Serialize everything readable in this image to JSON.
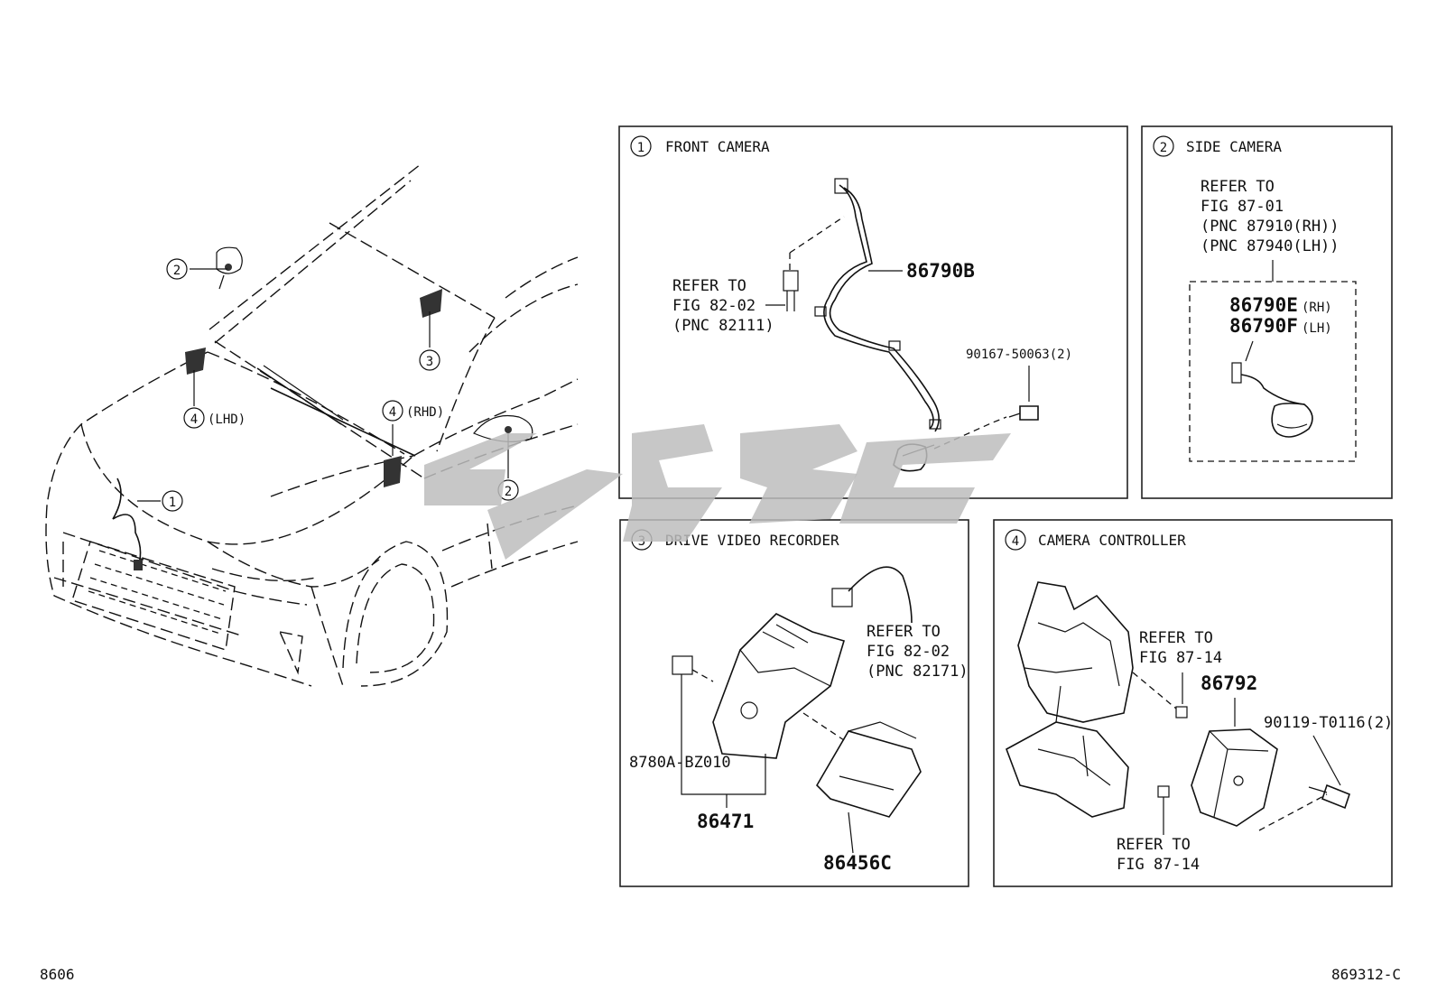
{
  "panels": {
    "front_camera": {
      "num": "1",
      "title": "FRONT CAMERA",
      "part": "86790B",
      "bolt": "90167-50063(2)",
      "refer": [
        "REFER TO",
        "FIG 82-02",
        "(PNC 82111)"
      ]
    },
    "side_camera": {
      "num": "2",
      "title": "SIDE CAMERA",
      "refer": [
        "REFER TO",
        "FIG 87-01",
        "(PNC 87910(RH))",
        "(PNC 87940(LH))"
      ],
      "part_rh": "86790E",
      "part_rh_side": "(RH)",
      "part_lh": "86790F",
      "part_lh_side": "(LH)"
    },
    "drive_video_recorder": {
      "num": "3",
      "title": "DRIVE VIDEO RECORDER",
      "refer": [
        "REFER TO",
        "FIG 82-02",
        "(PNC 82171)"
      ],
      "label_part": "8780A-BZ010",
      "part_main": "86471",
      "part_cover": "86456C"
    },
    "camera_controller": {
      "num": "4",
      "title": "CAMERA CONTROLLER",
      "refer_top": [
        "REFER TO",
        "FIG 87-14"
      ],
      "refer_bottom": [
        "REFER TO",
        "FIG 87-14"
      ],
      "part": "86792",
      "bolt": "90119-T0116(2)"
    }
  },
  "overview": {
    "callouts": [
      "2",
      "3",
      "4",
      "1",
      "4",
      "2"
    ],
    "lhd": "(LHD)",
    "rhd": "(RHD)"
  },
  "footer": {
    "left_code": "8606",
    "right_code": "869312-C"
  }
}
